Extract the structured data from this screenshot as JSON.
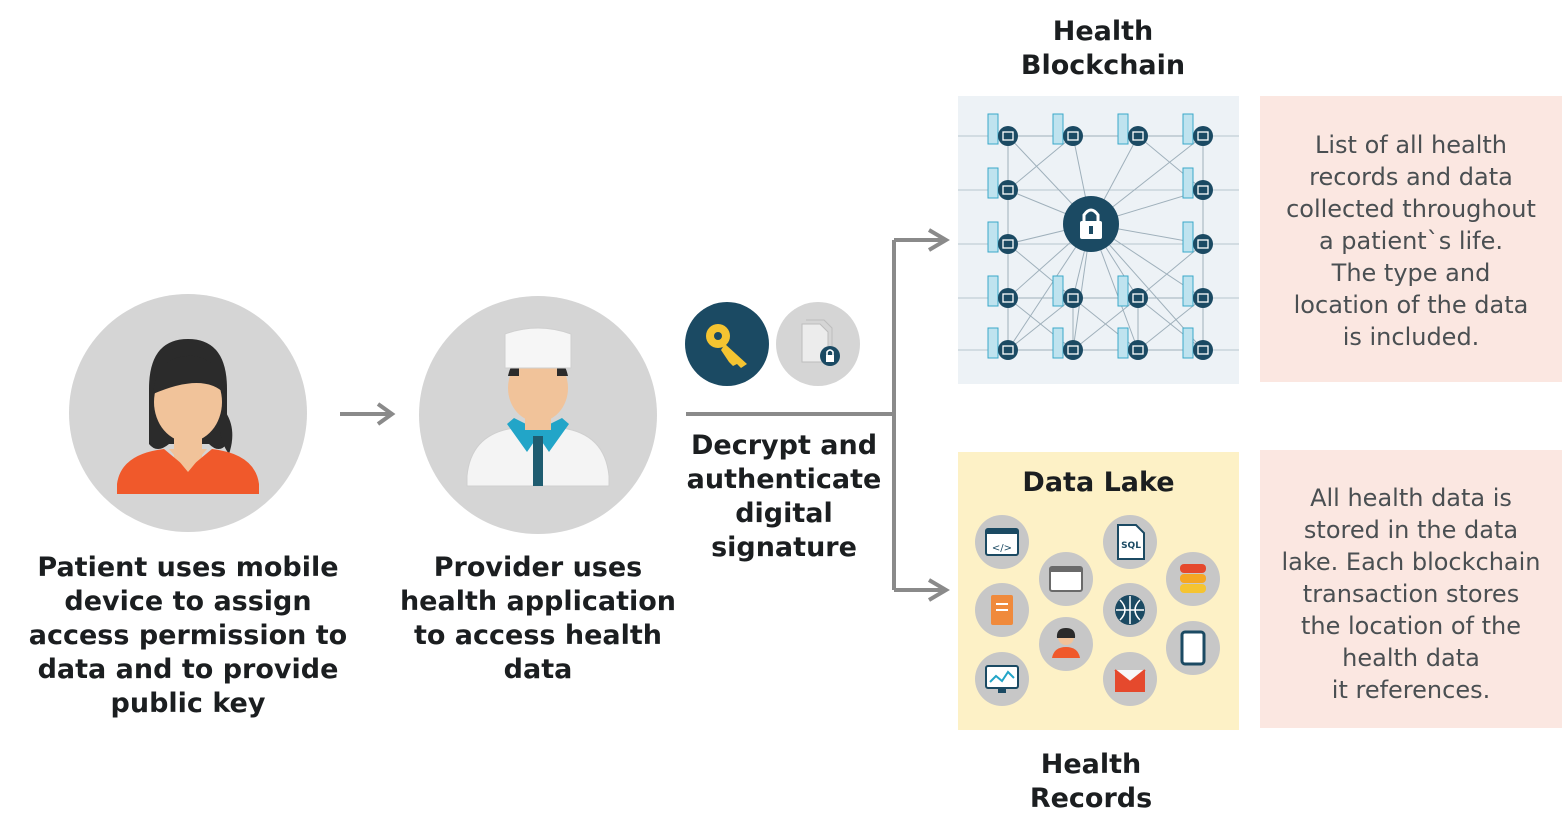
{
  "patient": {
    "caption": [
      "Patient uses mobile",
      "device to assign",
      "access permission to",
      "data and to provide",
      "public key"
    ]
  },
  "provider": {
    "caption": [
      "Provider uses",
      "health application",
      "to access health",
      "data"
    ]
  },
  "decrypt": {
    "caption": [
      "Decrypt and",
      "authenticate",
      "digital",
      "signature"
    ]
  },
  "blockchain": {
    "title": [
      "Health",
      "Blockchain"
    ],
    "note": [
      "List of all health",
      "records and data",
      "collected throughout",
      "a patient`s life.",
      "The type and",
      "location of the data",
      "is included."
    ]
  },
  "datalake": {
    "title": "Data Lake",
    "bottom_title": [
      "Health",
      "Records"
    ],
    "sql_label": "SQL",
    "code_label": "</>",
    "note": [
      "All health data is",
      "stored in the data",
      "lake. Each blockchain",
      "transaction stores",
      "the location of the",
      "health data",
      "it references."
    ]
  },
  "colors": {
    "navy": "#1b4a63",
    "gray_circle": "#d5d5d5",
    "note_bg": "#fbe7e1",
    "lake_bg": "#fdf1c6",
    "chain_bg": "#edf2f6",
    "arrow": "#8a8a8a"
  }
}
